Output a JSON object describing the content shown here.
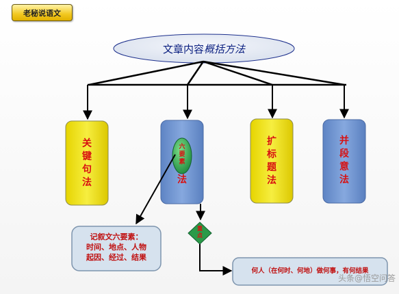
{
  "tag": "老秘说语文",
  "title": {
    "main": "文章内容",
    "italic": "概括方法"
  },
  "methods": [
    {
      "label": "关\n键\n句\n法"
    },
    {
      "label_top": "六\n要\n素",
      "label_bottom": "法"
    },
    {
      "label": "扩\n标\n题\n法"
    },
    {
      "label": "并\n段\n意\n法"
    }
  ],
  "left_box": "记叙文六要素：\n时间、地点、人物\n起因、经过、结果",
  "diamond": "重\n点",
  "right_box": "何人（在何时、何地）做何事，有何结果",
  "watermark": "头条@悟空问答",
  "colors": {
    "yellow": "#f0e000",
    "blue": "#6f94cf",
    "green": "#2ba050",
    "text_red": "#d81010"
  }
}
